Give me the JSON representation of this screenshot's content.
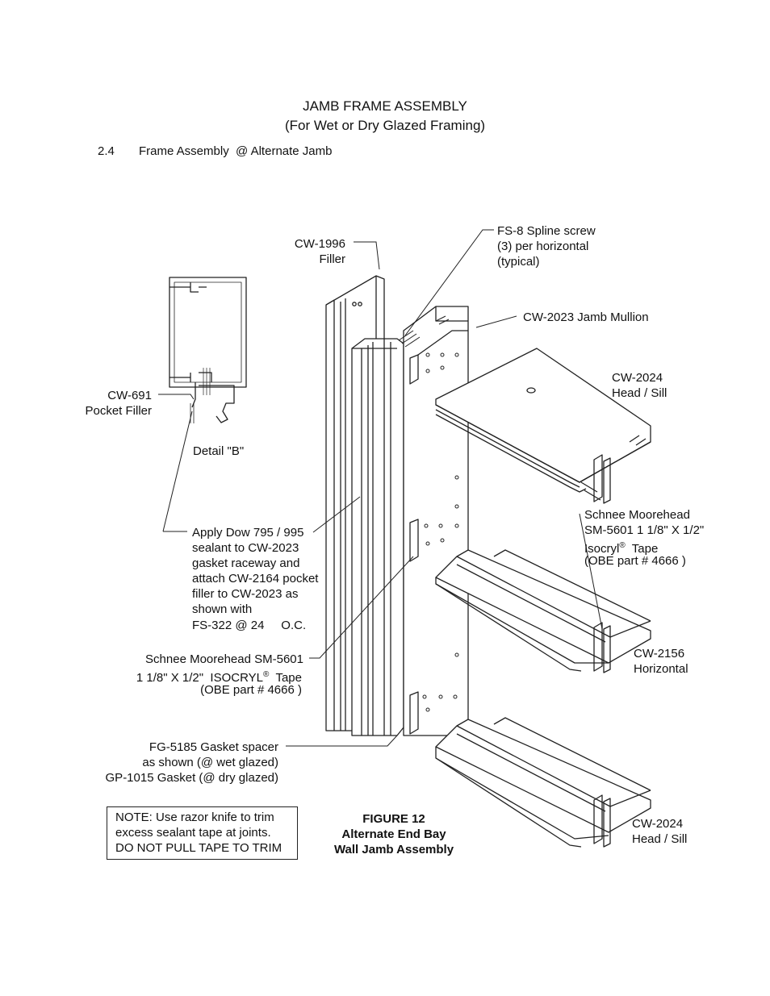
{
  "header": {
    "title": "JAMB FRAME ASSEMBLY",
    "subtitle": "(For Wet or Dry Glazed Framing)",
    "section_number": "2.4",
    "section_title": "Frame Assembly  @ Alternate Jamb"
  },
  "labels": {
    "filler": [
      "CW-1996",
      "Filler"
    ],
    "spline": [
      "FS-8 Spline screw",
      "(3) per horizontal",
      "(typical)"
    ],
    "jamb_mullion": "CW-2023 Jamb Mullion",
    "head_sill_top": [
      "CW-2024",
      "Head / Sill"
    ],
    "pocket_filler": [
      "CW-691",
      "Pocket Filler"
    ],
    "detail": "Detail \"B\"",
    "tape_right": [
      "Schnee Moorehead",
      "SM-5601 1 1/8\" X 1/2\"",
      "Isocryl",
      "Tape",
      "(OBE part # 4666 )"
    ],
    "apply_sealant": [
      "Apply Dow 795 / 995",
      "sealant to CW-2023",
      "gasket raceway and",
      "attach CW-2164 pocket",
      "filler to CW-2023 as",
      "shown with",
      "FS-322 @ 24     O.C."
    ],
    "tape_left": [
      "Schnee Moorehead SM-5601",
      "1 1/8\" X 1/2\"  ISOCRYL",
      "Tape",
      "(OBE part # 4666 )"
    ],
    "horizontal": [
      "CW-2156",
      "Horizontal"
    ],
    "gasket": [
      "FG-5185 Gasket spacer",
      "as shown (@ wet glazed)",
      "GP-1015 Gasket (@ dry glazed)"
    ],
    "head_sill_bottom": [
      "CW-2024",
      "Head / Sill"
    ],
    "registered": "®"
  },
  "note": [
    "NOTE: Use razor knife to trim",
    "excess sealant tape at joints.",
    "DO NOT PULL TAPE TO TRIM"
  ],
  "figure": [
    "FIGURE 12",
    "Alternate End Bay",
    "Wall Jamb Assembly"
  ]
}
